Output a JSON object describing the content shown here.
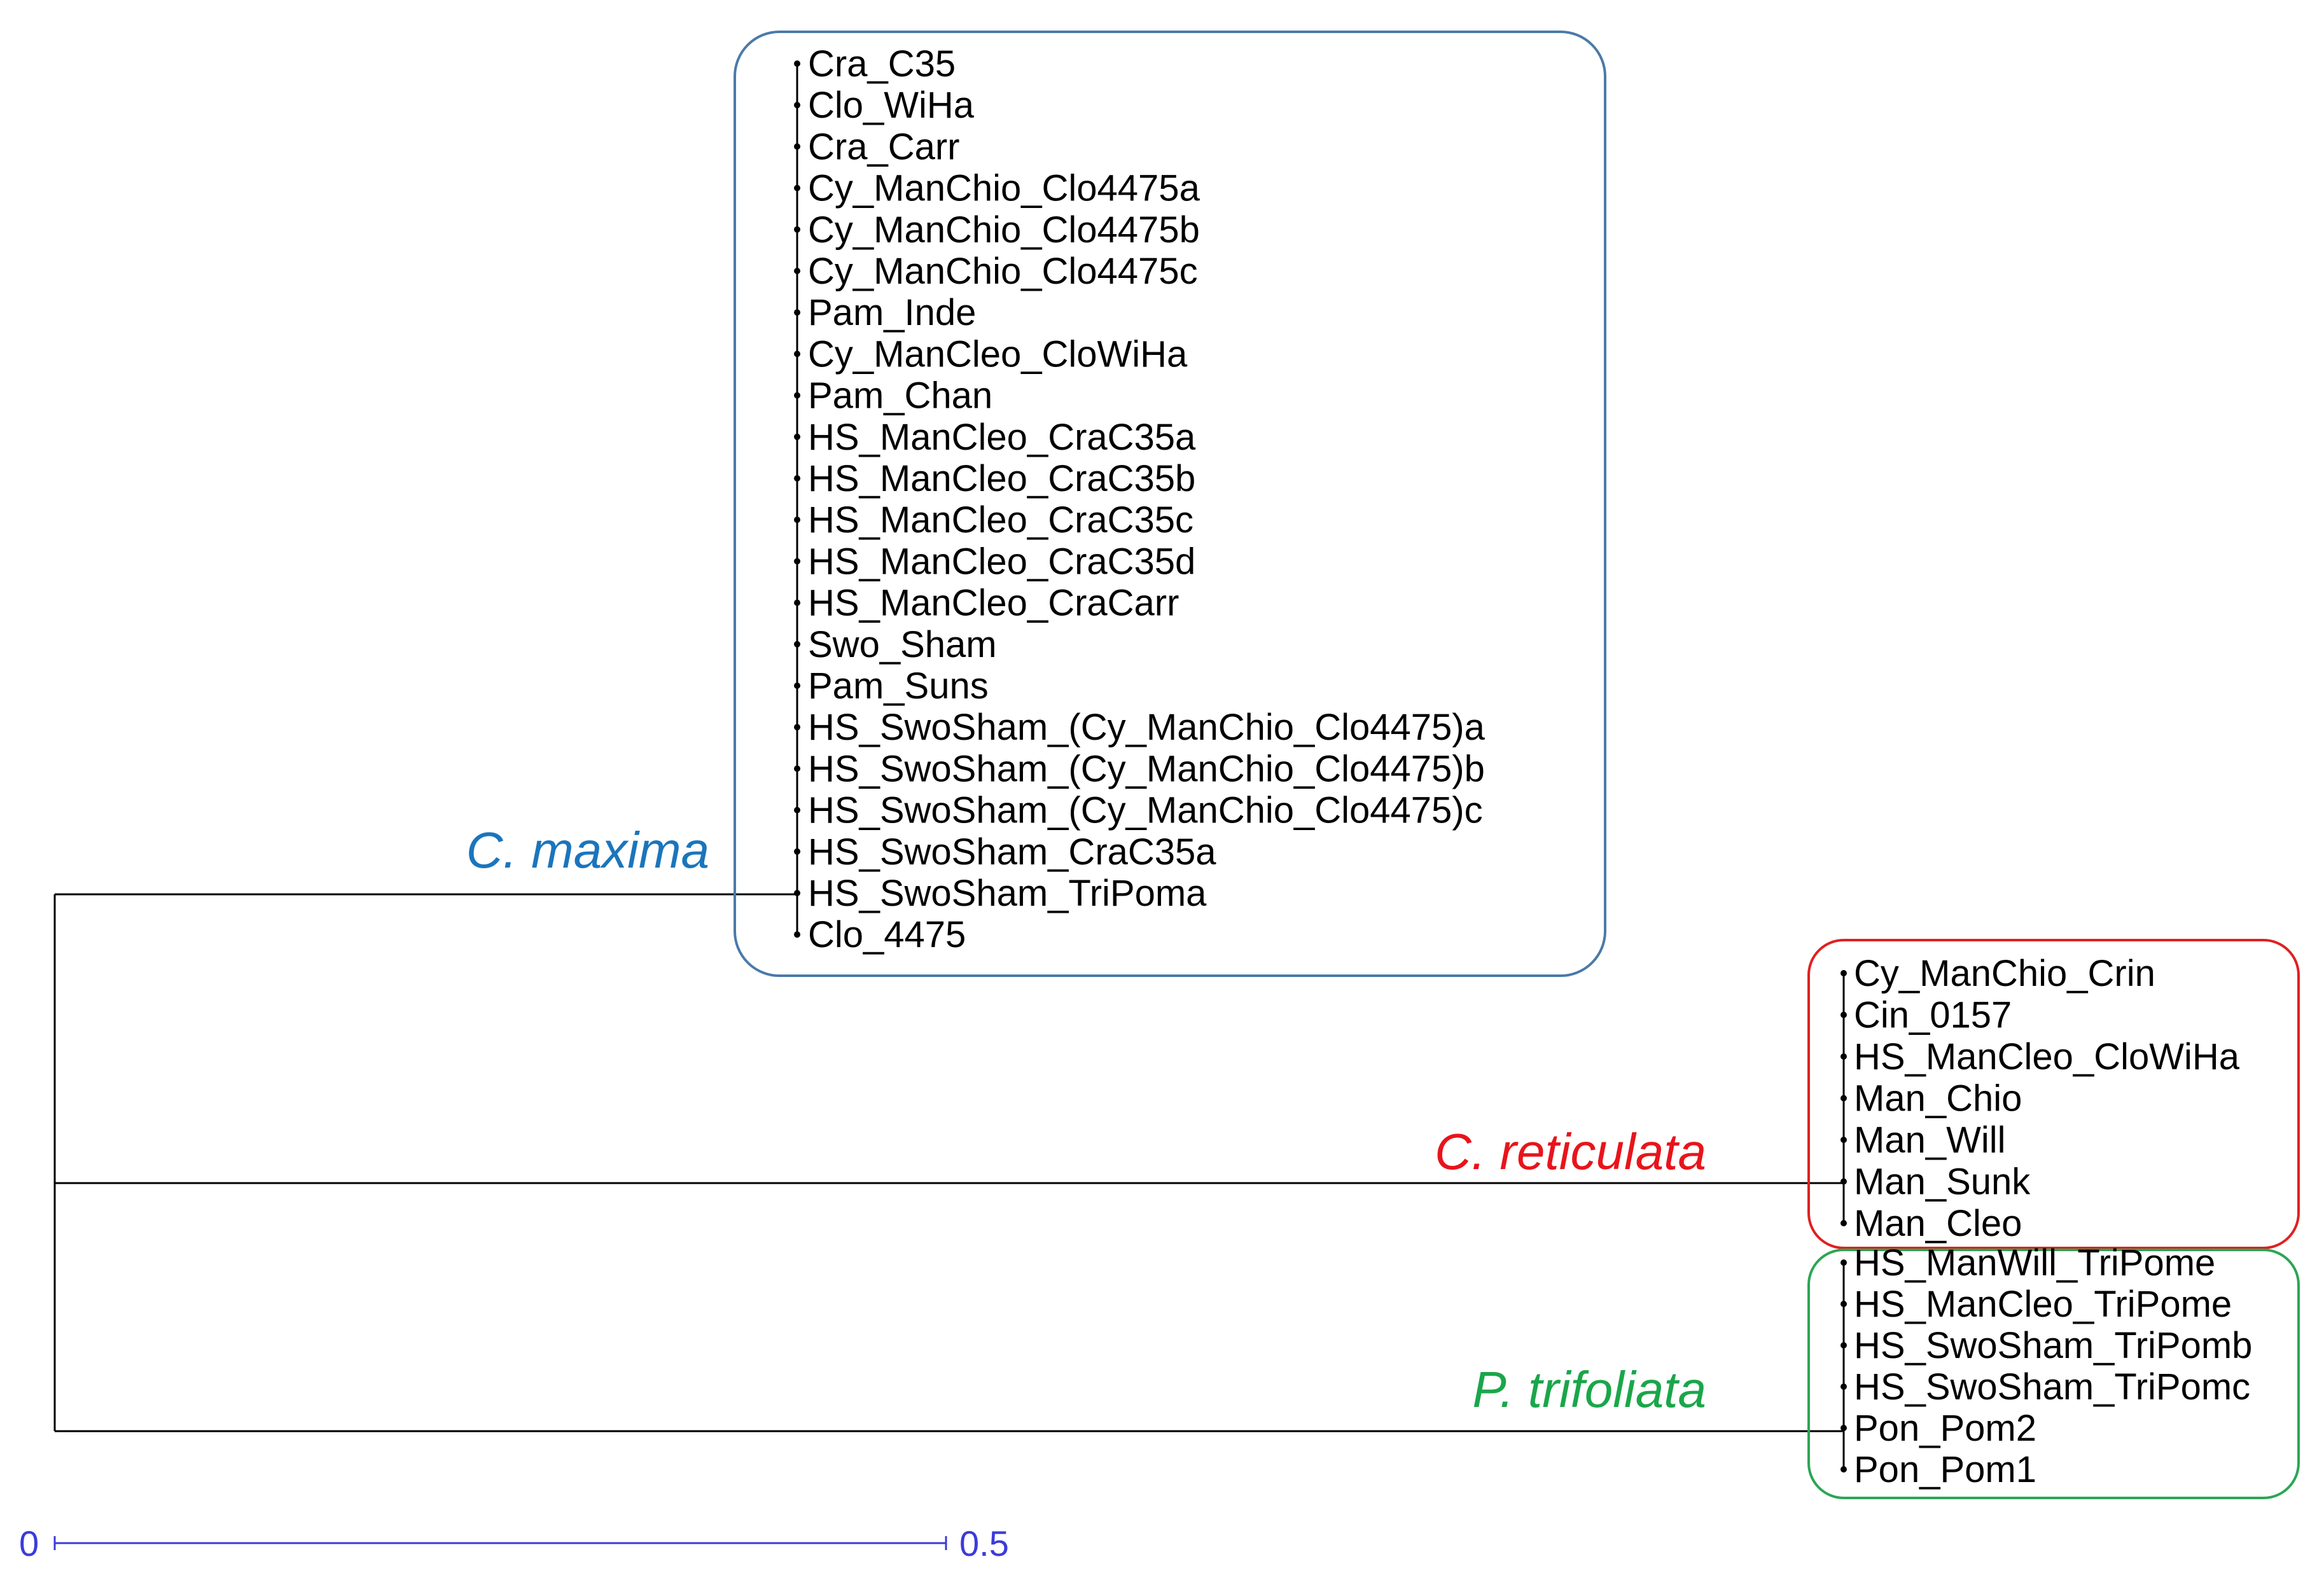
{
  "clades": [
    {
      "id": "maxima",
      "title": "C. maxima",
      "color": "#1b75bc",
      "box_color": "#4a7aa8",
      "leaves": [
        "Cra_C35",
        "Clo_WiHa",
        "Cra_Carr",
        "Cy_ManChio_Clo4475a",
        "Cy_ManChio_Clo4475b",
        "Cy_ManChio_Clo4475c",
        "Pam_Inde",
        "Cy_ManCleo_CloWiHa",
        "Pam_Chan",
        "HS_ManCleo_CraC35a",
        "HS_ManCleo_CraC35b",
        "HS_ManCleo_CraC35c",
        "HS_ManCleo_CraC35d",
        "HS_ManCleo_CraCarr",
        "Swo_Sham",
        "Pam_Suns",
        "HS_SwoSham_(Cy_ManChio_Clo4475)a",
        "HS_SwoSham_(Cy_ManChio_Clo4475)b",
        "HS_SwoSham_(Cy_ManChio_Clo4475)c",
        "HS_SwoSham_CraC35a",
        "HS_SwoSham_TriPoma",
        "Clo_4475"
      ]
    },
    {
      "id": "reticulata",
      "title": "C. reticulata",
      "color": "#e8141b",
      "box_color": "#e02020",
      "leaves": [
        "Cy_ManChio_Crin",
        "Cin_0157",
        "HS_ManCleo_CloWiHa",
        "Man_Chio",
        "Man_Will",
        "Man_Sunk",
        "Man_Cleo"
      ]
    },
    {
      "id": "trifoliata",
      "title": "P. trifoliata",
      "color": "#1aa64a",
      "box_color": "#2aa653",
      "leaves": [
        "HS_ManWill_TriPome",
        "HS_ManCleo_TriPome",
        "HS_SwoSham_TriPomb",
        "HS_SwoSham_TriPomc",
        "Pon_Pom2",
        "Pon_Pom1"
      ]
    }
  ],
  "scale_bar": {
    "start_label": "0",
    "end_label": "0.5",
    "color": "#3b3bdb"
  }
}
